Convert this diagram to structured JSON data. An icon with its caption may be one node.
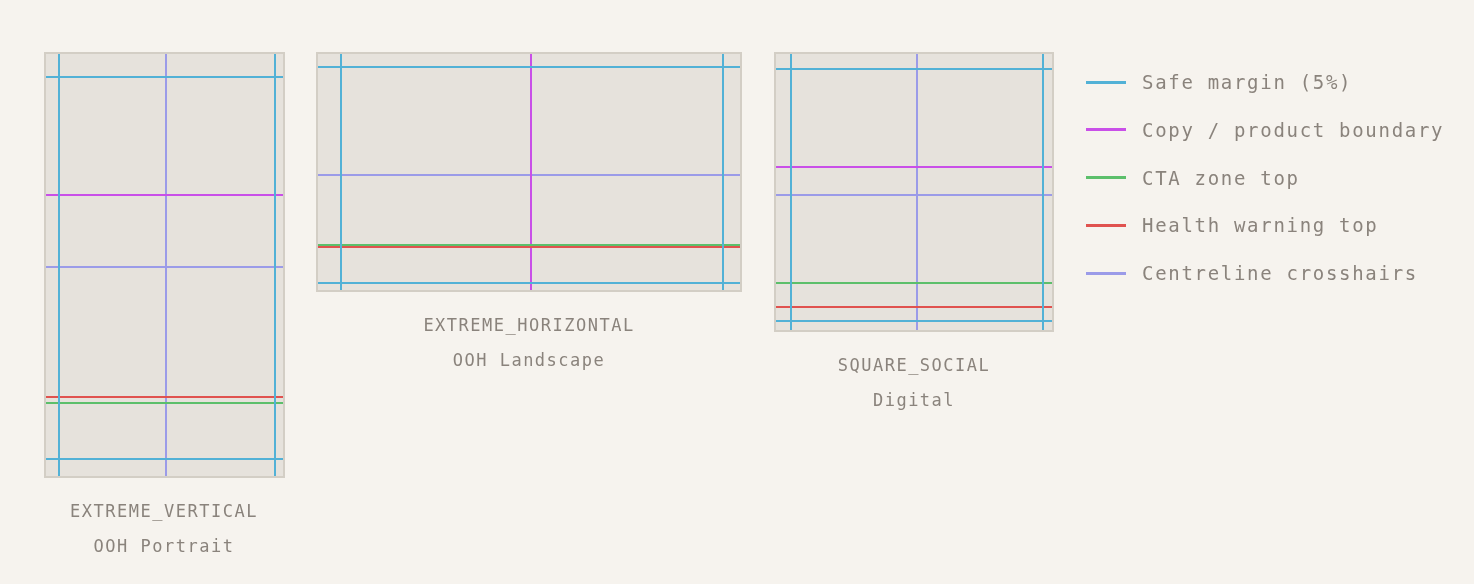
{
  "diagram": {
    "nodes": [
      {
        "text": [],
        "shape": "box",
        "beside": [
          "EXTREME_VERTICAL",
          "OOH Portrait"
        ]
      },
      {
        "text": [],
        "shape": "box",
        "beside": [
          "EXTREME_HORIZONTAL",
          "OOH Landscape"
        ]
      },
      {
        "text": [],
        "shape": "box",
        "beside": [
          "SQUARE_SOCIAL",
          "Digital"
        ]
      }
    ],
    "edges": [],
    "legend": [
      {
        "text": "Safe margin (5%)",
        "color": "#52b1d6"
      },
      {
        "text": "Copy / product boundary",
        "color": "#c94fe8"
      },
      {
        "text": "CTA zone top",
        "color": "#5cbf6b"
      },
      {
        "text": "Health warning top",
        "color": "#e0524f"
      },
      {
        "text": "Centreline crosshairs",
        "color": "#9b9be8"
      }
    ]
  }
}
